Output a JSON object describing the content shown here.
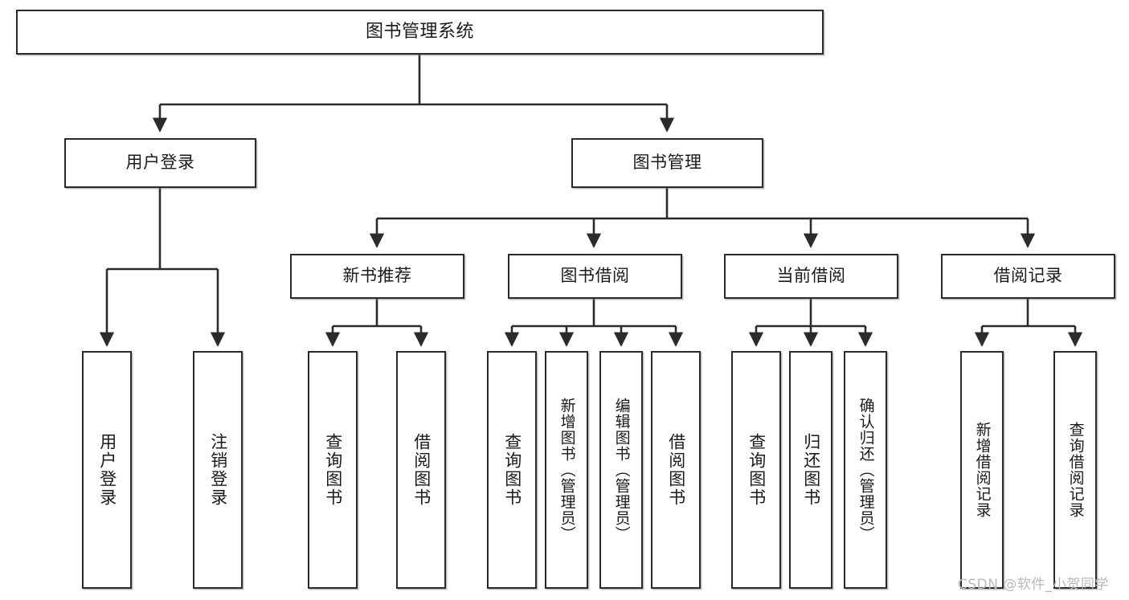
{
  "diagram": {
    "title": "图书管理系统",
    "type": "tree",
    "root": {
      "id": "root",
      "label": "图书管理系统",
      "level": 0
    },
    "level1": [
      {
        "id": "user-login",
        "label": "用户登录"
      },
      {
        "id": "book-manage",
        "label": "图书管理"
      }
    ],
    "level2": [
      {
        "id": "new-book-recommend",
        "label": "新书推荐",
        "parent": "book-manage"
      },
      {
        "id": "book-borrow",
        "label": "图书借阅",
        "parent": "book-manage"
      },
      {
        "id": "current-borrow",
        "label": "当前借阅",
        "parent": "book-manage"
      },
      {
        "id": "borrow-record",
        "label": "借阅记录",
        "parent": "book-manage"
      }
    ],
    "leaves": [
      {
        "id": "leaf-user-login",
        "label": "用户登录",
        "parent": "user-login"
      },
      {
        "id": "leaf-logout",
        "label": "注销登录",
        "parent": "user-login"
      },
      {
        "id": "leaf-query-book-1",
        "label": "查询图书",
        "parent": "new-book-recommend"
      },
      {
        "id": "leaf-borrow-book-1",
        "label": "借阅图书",
        "parent": "new-book-recommend"
      },
      {
        "id": "leaf-query-book-2",
        "label": "查询图书",
        "parent": "book-borrow"
      },
      {
        "id": "leaf-add-book",
        "label": "新增图书（管理员）",
        "parent": "book-borrow"
      },
      {
        "id": "leaf-edit-book",
        "label": "编辑图书（管理员）",
        "parent": "book-borrow"
      },
      {
        "id": "leaf-borrow-book-2",
        "label": "借阅图书",
        "parent": "book-borrow"
      },
      {
        "id": "leaf-query-book-3",
        "label": "查询图书",
        "parent": "current-borrow"
      },
      {
        "id": "leaf-return-book",
        "label": "归还图书",
        "parent": "current-borrow"
      },
      {
        "id": "leaf-confirm-return",
        "label": "确认归还（管理员）",
        "parent": "current-borrow"
      },
      {
        "id": "leaf-add-record",
        "label": "新增借阅记录",
        "parent": "borrow-record"
      },
      {
        "id": "leaf-query-record",
        "label": "查询借阅记录",
        "parent": "borrow-record"
      }
    ]
  },
  "watermark": {
    "text": "CSDN @软件_小贺同学"
  },
  "colors": {
    "border": "#2b2b2b",
    "background": "#ffffff",
    "text": "#1a1a1a",
    "watermark": "#b9b9b9"
  }
}
